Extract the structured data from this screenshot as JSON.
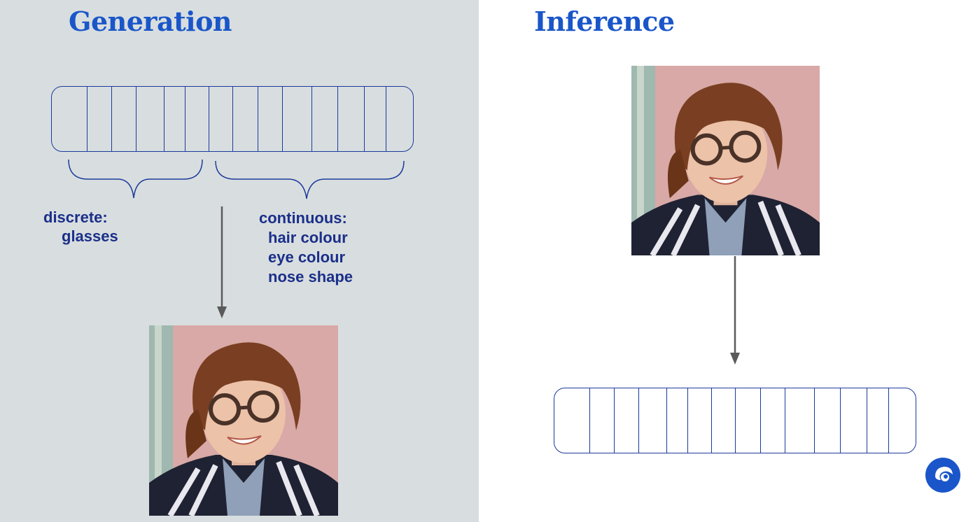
{
  "generation": {
    "title": "Generation",
    "discrete_label": "discrete:",
    "discrete_items": [
      "glasses"
    ],
    "continuous_label": "continuous:",
    "continuous_items": [
      "hair colour",
      "eye colour",
      "nose shape"
    ]
  },
  "inference": {
    "title": "Inference"
  },
  "colors": {
    "left_bg": "#d8dedf",
    "right_bg": "#ffffff",
    "heading": "#1a56c9",
    "label": "#1b2f8a",
    "line": "#1d3a9c",
    "arrow": "#5a5a5a",
    "logo": "#1a56c9"
  },
  "icons": {
    "logo": "swirl-logo-icon",
    "photo": "portrait-photo"
  }
}
